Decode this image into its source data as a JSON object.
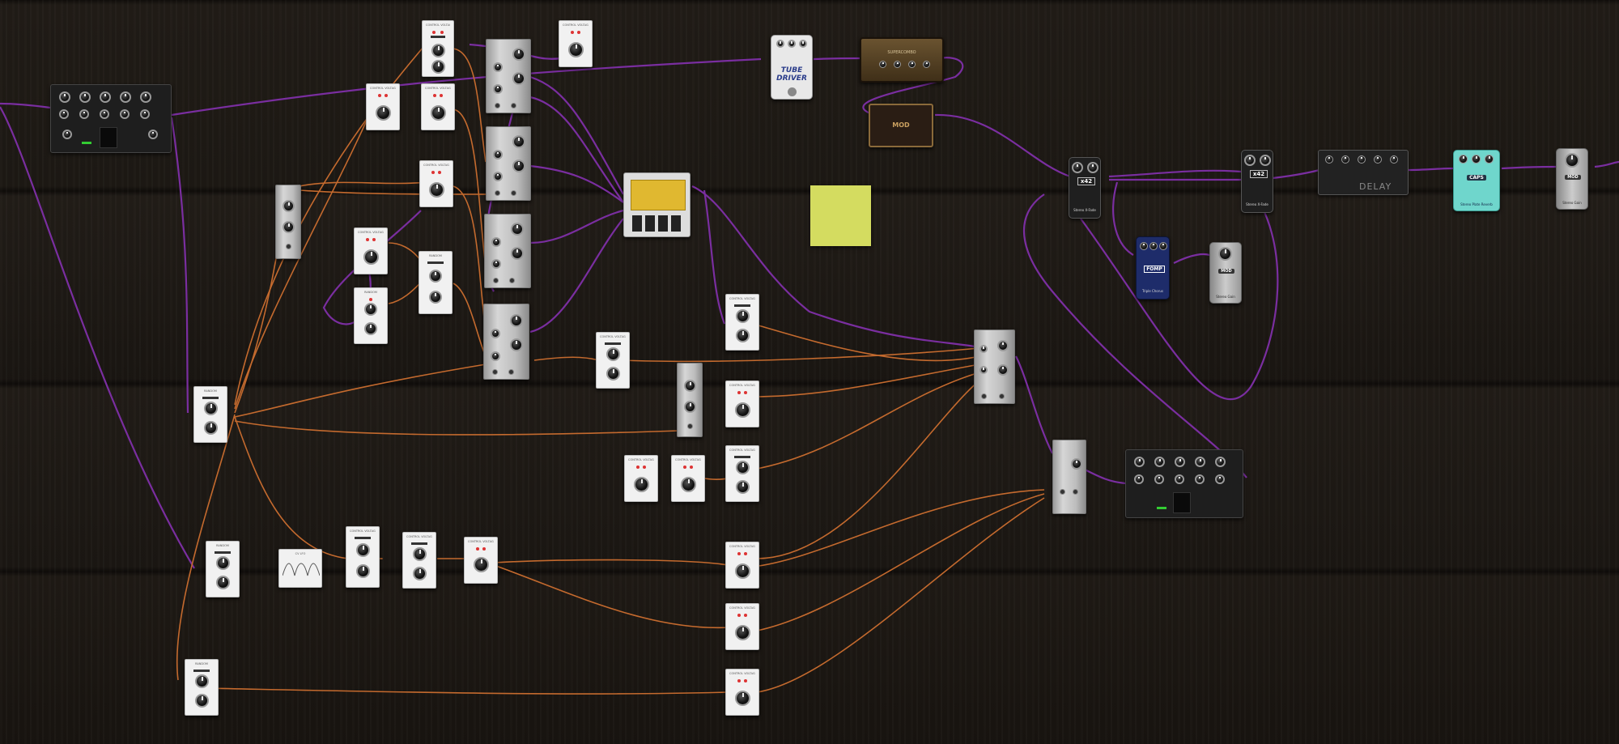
{
  "board": {
    "background": "#1d1914",
    "cable_purple": "#7a2ea0",
    "cable_orange": "#c46a2e"
  },
  "modules": {
    "control_voltage": "CONTROL VOLTAGE",
    "random": "RANDOM",
    "lfo": "CV LFO",
    "tube_driver_line1": "TUBE",
    "tube_driver_line2": "DRIVER",
    "mod_cab": "MOD",
    "amp_name": "SUPERCOMBO",
    "stereo_x_fade": "Stereo X-Fade",
    "fomp": "FOMP",
    "triple_chorus": "Triple Chorus",
    "stereo_gain": "Stereo Gain",
    "mod_stereo_gain": "MOD",
    "delay_text": "DELAY",
    "caps_name": "CAPS",
    "caps_sub": "Stereo Plate Reverb",
    "xfade_badge": "x42"
  },
  "sticky_note": {
    "color": "#d4dc60",
    "text": ""
  }
}
